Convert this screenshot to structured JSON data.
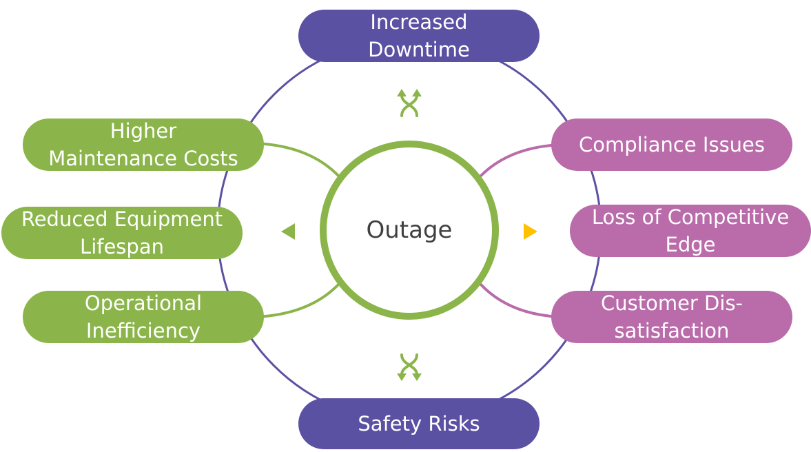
{
  "center": {
    "label": "Outage"
  },
  "top": {
    "label": "Increased\nDowntime"
  },
  "bottom": {
    "label": "Safety Risks"
  },
  "left": [
    {
      "label": "Higher\nMaintenance Costs"
    },
    {
      "label": "Reduced Equipment\nLifespan"
    },
    {
      "label": "Operational\nInefficiency"
    }
  ],
  "right": [
    {
      "label": "Compliance Issues"
    },
    {
      "label": "Loss of Competitive\nEdge"
    },
    {
      "label": "Customer Dis-\nsatisfaction"
    }
  ],
  "colors": {
    "purple": "#5b51a3",
    "green": "#8bb54a",
    "pink": "#b96baa",
    "yellow": "#ffc000",
    "center_text": "#404040"
  },
  "icons": {
    "top": "swap-vertical-arrows-icon",
    "bottom": "swap-vertical-arrows-icon",
    "left": "triangle-left-icon",
    "right": "triangle-right-icon"
  }
}
